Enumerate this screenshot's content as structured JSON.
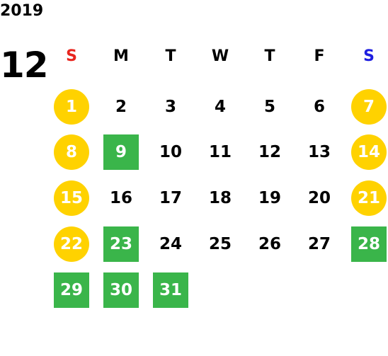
{
  "year": "2019",
  "month": "12",
  "colors": {
    "sunday_header": "#e8251e",
    "saturday_header": "#1e1ee0",
    "weekend_circle": "#ffd200",
    "highlight_square": "#3ab54a",
    "text": "#000000",
    "text_on_color": "#ffffff"
  },
  "weekdays": [
    "S",
    "M",
    "T",
    "W",
    "T",
    "F",
    "S"
  ],
  "weeks": [
    [
      {
        "day": "1",
        "style": "weekend"
      },
      {
        "day": "2",
        "style": "plain"
      },
      {
        "day": "3",
        "style": "plain"
      },
      {
        "day": "4",
        "style": "plain"
      },
      {
        "day": "5",
        "style": "plain"
      },
      {
        "day": "6",
        "style": "plain"
      },
      {
        "day": "7",
        "style": "weekend"
      }
    ],
    [
      {
        "day": "8",
        "style": "weekend"
      },
      {
        "day": "9",
        "style": "highlight"
      },
      {
        "day": "10",
        "style": "plain"
      },
      {
        "day": "11",
        "style": "plain"
      },
      {
        "day": "12",
        "style": "plain"
      },
      {
        "day": "13",
        "style": "plain"
      },
      {
        "day": "14",
        "style": "weekend"
      }
    ],
    [
      {
        "day": "15",
        "style": "weekend"
      },
      {
        "day": "16",
        "style": "plain"
      },
      {
        "day": "17",
        "style": "plain"
      },
      {
        "day": "18",
        "style": "plain"
      },
      {
        "day": "19",
        "style": "plain"
      },
      {
        "day": "20",
        "style": "plain"
      },
      {
        "day": "21",
        "style": "weekend"
      }
    ],
    [
      {
        "day": "22",
        "style": "weekend"
      },
      {
        "day": "23",
        "style": "highlight"
      },
      {
        "day": "24",
        "style": "plain"
      },
      {
        "day": "25",
        "style": "plain"
      },
      {
        "day": "26",
        "style": "plain"
      },
      {
        "day": "27",
        "style": "plain"
      },
      {
        "day": "28",
        "style": "highlight"
      }
    ],
    [
      {
        "day": "29",
        "style": "highlight"
      },
      {
        "day": "30",
        "style": "highlight"
      },
      {
        "day": "31",
        "style": "highlight"
      }
    ]
  ]
}
